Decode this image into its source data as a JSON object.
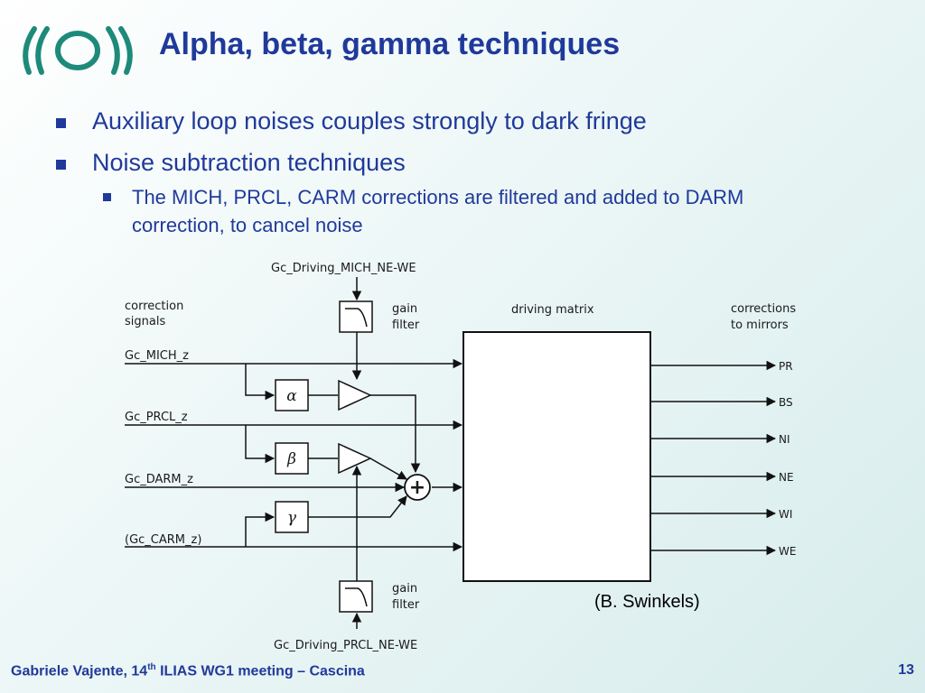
{
  "slide": {
    "title": "Alpha, beta, gamma techniques",
    "bullets": [
      "Auxiliary loop noises couples strongly to dark fringe",
      "Noise subtraction techniques"
    ],
    "sub_bullet": "The MICH, PRCL, CARM corrections are filtered and added to DARM correction, to cancel noise",
    "credit": "(B. Swinkels)",
    "footer": {
      "prefix": "Gabriele Vajente, 14",
      "sup": "th",
      "suffix": " ILIAS WG1 meeting – Cascina"
    },
    "page_number": "13",
    "colors": {
      "title": "#1f3a9a",
      "logo": "#1d8a7a"
    }
  },
  "diagram": {
    "top_input": "Gc_Driving_MICH_NE-WE",
    "bottom_input": "Gc_Driving_PRCL_NE-WE",
    "gain_filter_label_line1": "gain",
    "gain_filter_label_line2": "filter",
    "correction_signals_line1": "correction",
    "correction_signals_line2": "signals",
    "driving_matrix": "driving matrix",
    "corrections_line1": "corrections",
    "corrections_line2": "to mirrors",
    "inputs": [
      "Gc_MICH_z",
      "Gc_PRCL_z",
      "Gc_DARM_z",
      "(Gc_CARM_z)"
    ],
    "gains": [
      "α",
      "β",
      "γ"
    ],
    "sum_symbol": "+",
    "outputs": [
      "PR",
      "BS",
      "NI",
      "NE",
      "WI",
      "WE"
    ]
  }
}
